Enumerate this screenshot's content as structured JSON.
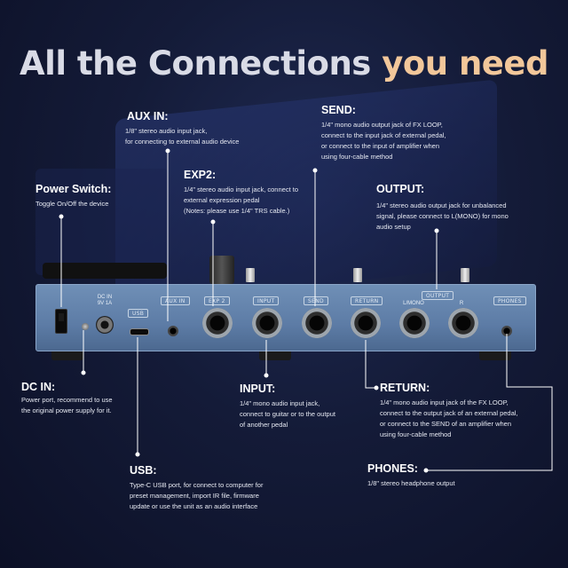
{
  "headline": {
    "part1": "All the Connections ",
    "part2": "you need"
  },
  "colors": {
    "accent": "#f2c79a",
    "panel": "#5d7ca6"
  },
  "panel_labels": {
    "auxin": "AUX IN",
    "exp2": "EXP 2",
    "input": "INPUT",
    "send": "SEND",
    "return": "RETURN",
    "output": "OUTPUT",
    "lmono": "L/MONO",
    "r": "R",
    "phones": "PHONES",
    "usb": "USB",
    "dc_line1": "DC IN",
    "dc_line2": "9V 1A"
  },
  "annotations": {
    "aux_in": {
      "title": "AUX IN:",
      "desc1": "1/8\" stereo audio input jack,",
      "desc2": "for connecting to external audio device"
    },
    "send": {
      "title": "SEND:",
      "desc1": "1/4\" mono audio output jack of FX LOOP,",
      "desc2": "connect to the input jack of external pedal,",
      "desc3": "or connect to the input of amplifier when",
      "desc4": "using four-cable method"
    },
    "power_switch": {
      "title": "Power Switch:",
      "desc1": "Toggle On/Off the device"
    },
    "exp2": {
      "title": "EXP2:",
      "desc1": "1/4\" stereo audio input jack, connect to",
      "desc2": "external expression pedal",
      "desc3": "(Notes: please use 1/4\" TRS cable.)"
    },
    "output": {
      "title": "OUTPUT:",
      "desc1": "1/4\" stereo audio output jack for unbalanced",
      "desc2": "signal, please connect to L(MONO) for mono",
      "desc3": "audio setup"
    },
    "dc_in": {
      "title": "DC IN:",
      "desc1": "Power port, recommend to use",
      "desc2": "the original power supply for it."
    },
    "input": {
      "title": "INPUT:",
      "desc1": "1/4\" mono audio input jack,",
      "desc2": "connect to guitar or to the output",
      "desc3": "of another pedal"
    },
    "return": {
      "title": "RETURN:",
      "desc1": "1/4\" mono audio input jack of the FX LOOP,",
      "desc2": "connect to the output jack of an external pedal,",
      "desc3": "or connect to the SEND of an amplifier when",
      "desc4": "using four-cable method"
    },
    "phones": {
      "title": "PHONES:",
      "desc1": "1/8\" stereo headphone output"
    },
    "usb": {
      "title": "USB:",
      "desc1": "Type-C USB port, for connect to computer for",
      "desc2": "preset management, import IR file, firmware",
      "desc3": "update or use the unit as an audio interface"
    }
  }
}
